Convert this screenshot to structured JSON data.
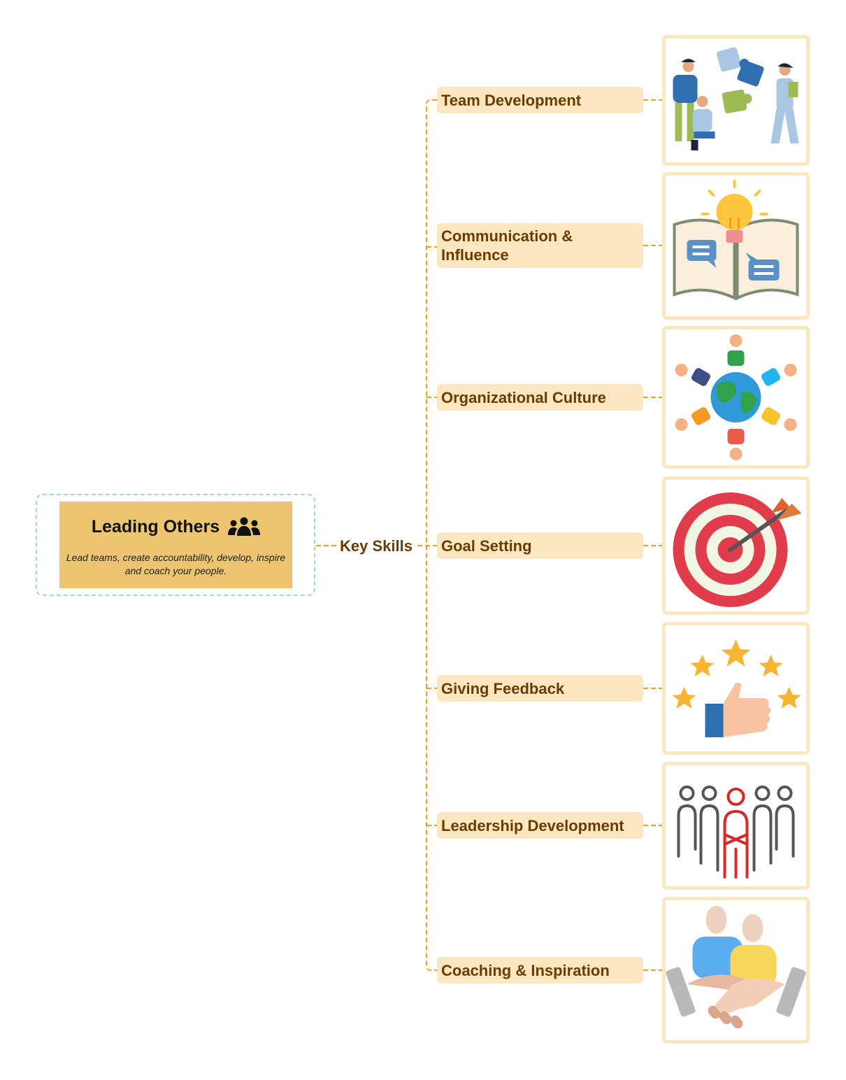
{
  "root": {
    "title": "Leading Others",
    "description": "Lead teams, create accountability, develop, inspire and coach your people.",
    "title_icon": "people-group-icon"
  },
  "hub": {
    "label": "Key Skills"
  },
  "skills": [
    {
      "label": "Team Development",
      "icon": "puzzle-team-icon"
    },
    {
      "label": "Communication & Influence",
      "icon": "idea-book-chat-icon"
    },
    {
      "label": "Organizational Culture",
      "icon": "globe-people-icon"
    },
    {
      "label": "Goal Setting",
      "icon": "target-arrow-icon"
    },
    {
      "label": "Giving Feedback",
      "icon": "thumbs-up-stars-icon"
    },
    {
      "label": "Leadership Development",
      "icon": "leader-group-icon"
    },
    {
      "label": "Coaching & Inspiration",
      "icon": "handshake-icon"
    }
  ],
  "colors": {
    "connector": "#f0a020",
    "skill_fill": "#fde7c1",
    "skill_text": "#6b3c00",
    "root_fill": "#ecc56e",
    "root_frame": "#a9d6d2"
  }
}
